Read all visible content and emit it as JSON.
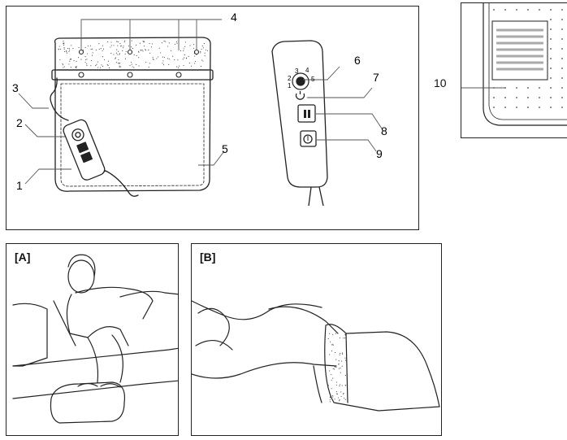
{
  "callouts": {
    "c1": "1",
    "c2": "2",
    "c3": "3",
    "c4": "4",
    "c5": "5",
    "c6": "6",
    "c7": "7",
    "c8": "8",
    "c9": "9",
    "c10": "10"
  },
  "control": {
    "dial_numbers": [
      "1",
      "2",
      "3",
      "4",
      "5"
    ]
  },
  "panels": {
    "a_label": "[A]",
    "b_label": "[B]"
  }
}
